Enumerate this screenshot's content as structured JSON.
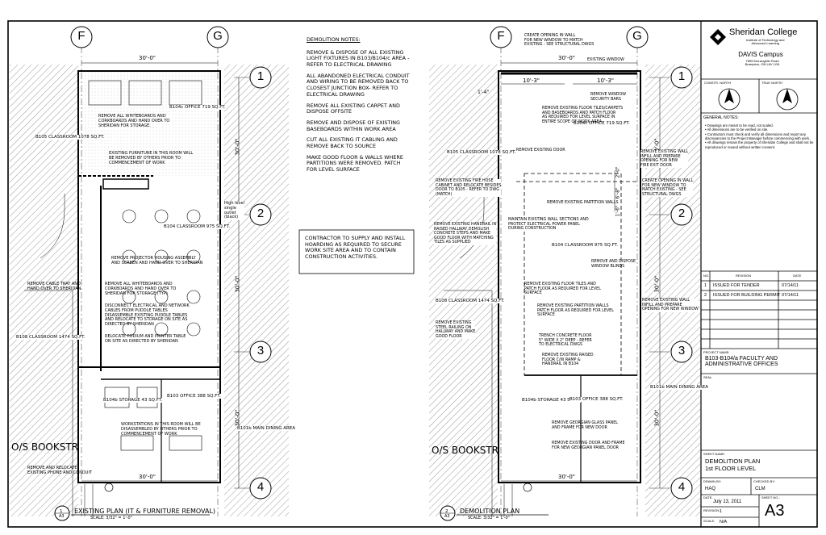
{
  "grid": {
    "f": "F",
    "g": "G",
    "r1": "1",
    "r2": "2",
    "r3": "3",
    "r4": "4"
  },
  "dims": {
    "width": "30'-0\"",
    "side": "30'-0\"",
    "w10": "10'-3\"",
    "v1": "2'-0\"",
    "v2": "6'-8\"",
    "v3": "1'-6\"",
    "side_left": "1'-4\""
  },
  "left_plan": {
    "title": "EXISTING PLAN (IT & FURNITURE REMOVAL)",
    "scale": "SCALE: 3/32\" = 1'-0\"",
    "ref": "1",
    "sheet": "A3",
    "rooms": {
      "b105": "B105\nCLASSROOM\n1078 SQ.FT.",
      "b104c": "B104c\nOFFICE\n719 SQ.FT.",
      "b104": "B104\nCLASSROOM\n975 SQ.FT.",
      "b108": "B108\nCLASSROOM\n1474 SQ.FT.",
      "b104b": "B104b\nSTORAGE\n43 SQ.FT.",
      "b103": "B103\nOFFICE\n388 SQ.FT.",
      "b101b": "B101b\nMAIN\nDINING AREA",
      "bookstore": "O/S BOOKSTR"
    },
    "notes": {
      "n1": "REMOVE ALL WHITEBOARDS AND\nCORKBOARDS AND HAND OVER TO\nSHERIDAN FOR STORAGE.",
      "n2": "EXISTING FURNITURE IN THIS ROOM WILL\nBE REMOVED BY OTHERS PRIOR TO\nCOMMENCEMENT OF WORK",
      "n3": "REMOVE PROJECTOR HOUSING ASSEMBLY\nAND SCREEN AND HAND OVER TO SHERIDAN",
      "n4": "REMOVE ALL WHITEBOARDS AND\nCORKBOARDS AND HAND OVER TO\nSHERIDAN FOR STORAGE (TYP)",
      "n5": "DISCONNECT ELECTRICAL AND NETWORK\nCABLES FROM PUDDLE TABLES\nDISASSEMBLE EXISTING PUDDLE TABLES\nAND RELOCATE TO STORAGE ON SITE AS\nDIRECTED BY SHERIDAN",
      "n6": "RELOCATE PODIUM AND PRINTER TABLE\nON SITE AS DIRECTED BY SHERIDAN",
      "n7": "REMOVE CABLE TRAY AND\nHAND OVER TO SHERIDAN",
      "n8": "WORKSTATIONS IN THIS ROOM WILL BE\nDISASSEMBLED BY OTHERS PRIOR TO\nCOMMENCEMENT OF WORK",
      "n9": "REMOVE AND RELOCATE\nEXISTING PHONE AND CONDUIT",
      "n10": "High level\nsingle\noutlet\n(black)"
    }
  },
  "demolition_notes": {
    "title": "DEMOLITION NOTES:",
    "items": [
      "REMOVE & DISPOSE OF ALL EXISTING LIGHT FIXTURES IN B103/B104/c AREA - REFER TO ELECTRICAL DRAWING",
      "ALL ABANDONED ELECTRICAL CONDUIT AND WIRING TO BE REMOVED BACK TO CLOSEST JUNCTION BOX- REFER TO ELECTRICAL DRAWING",
      "REMOVE ALL EXISTING CARPET AND DISPOSE OFFSITE",
      "REMOVE AND DISPOSE OF EXISTING BASEBOARDS WITHIN WORK AREA",
      "CUT ALL EXISTING IT CABLING AND REMOVE BACK TO SOURCE",
      "MAKE GOOD FLOOR & WALLS WHERE PARTITIONS WERE REMOVED. PATCH FOR LEVEL SURFACE"
    ],
    "contractor_box": "CONTRACTOR TO SUPPLY AND INSTALL HOARDING AS REQUIRED TO SECURE WORK SITE AREA AND TO CONTAIN CONSTRUCTION ACTIVITIES."
  },
  "right_plan": {
    "title": "DEMOLITION PLAN",
    "scale": "SCALE: 3/32\" = 1'-0\"",
    "ref": "2",
    "sheet": "A3",
    "rooms": {
      "b105": "B105\nCLASSROOM\n1078 SQ.FT.",
      "b104c": "B104c\nOFFICE\n719 SQ.FT.",
      "b104": "B104\nCLASSROOM\n975 SQ.FT.",
      "b108": "B108\nCLASSROOM\n1474 SQ.FT.",
      "b104b": "B104b\nSTORAGE\n43 SQ.FT.",
      "b103": "B103\nOFFICE\n388 SQ.FT.",
      "b101b": "B101b\nMAIN\nDINING AREA",
      "bookstore": "O/S BOOKSTR"
    },
    "notes": {
      "r1": "CREATE OPENING IN WALL\nFOR NEW WINDOW TO MATCH\nEXISTING - SEE STRUCTURAL DWGS",
      "r2": "EXISTING WINDOW",
      "r3": "REMOVE WINDOW\nSECURITY BARS",
      "r4": "REMOVE EXISTING FLOOR TILES/CARPETS\nAND BASEBOARDS AND PATCH FLOOR\nAS REQUIRED FOR LEVEL SURFACE IN\nENTIRE SCOPE OF WORK AREA",
      "r5": "REMOVE EXISTING DOOR",
      "r6": "REMOVE EXISTING WALL\nINFILL AND PREPARE\nOPENING FOR NEW\nFIRE EXIT DOOR",
      "r7": "CREATE OPENING IN WALL\nFOR NEW WINDOW TO\nMATCH EXISTING - SEE\nSTRUCTURAL DWGS",
      "r8": "REMOVE EXISTING FIRE HOSE\nCABINET AND RELOCATE BESIDES\nDOOR TO B105 - REFER TO DWG\n(MATCH)",
      "r9": "REMOVE EXISTING PARTITION WALLS",
      "r10": "REMOVE EXISTING HANDRAIL IN\nRAISED HALLWAY,DEMOLISH\nCONCRETE STEPS AND MAKE\nGOOD FLOOR WITH MATCHING\nTILES AS SUPPLIED",
      "r11": "MAINTAIN EXISTING WALL SECTIONS AND\nPROTECT ELECTRICAL POWER PANEL\nDURING CONSTRUCTION",
      "r12": "REMOVE AND DISPOSE\nWINDOW BLINDS",
      "r13": "REMOVE EXISTING FLOOR TILES AND\nPATCH FLOOR AS REQUIRED FOR LEVEL\nSURFACE",
      "r14": "REMOVE EXISTING WALL\nINFILL AND PREPARE\nOPENING FOR NEW WINDOW",
      "r15": "REMOVE EXISTING PARTITION WALLS\nPATCH FLOOR AS REQUIRED FOR LEVEL\nSURFACE",
      "r16": "REMOVE EXISTING\nSTEEL RAILING ON\nHALLWAY AND MAKE\nGOOD FLOOR",
      "r17": "TRENCH CONCRETE FLOOR\n5\" WIDE X 2\" DEEP - REFER\nTO ELECTRICAL DWGS",
      "r18": "REMOVE EXISTING RAISED\nFLOOR C/W RAMP &\nHANDRAIL IN B104",
      "r19": "REMOVE GEORGIAN GLASS PANEL\nAND FRAME FOR NEW DOOR",
      "r20": "REMOVE EXISTING DOOR AND FRAME\nFOR NEW GEORGIAN PANEL DOOR"
    }
  },
  "title_block": {
    "college": "Sheridan College",
    "college_sub": "Institute of Technology and\nAdvanced Learning",
    "campus": "DAVIS Campus",
    "address": "7899 McLaughlin Road\nBrampton, ON L6V 1G6",
    "const_north": "CONSTR. NORTH",
    "true_north": "TRUE NORTH",
    "general_notes_title": "GENERAL NOTES:",
    "general_notes": [
      "Drawings are meant to be read, not scaled.",
      "All dimensions are to be verified on site.",
      "Contractors must check and verify all dimensions and report any discrepancies to the Project Manager before commencing with work.",
      "All drawings remain the property of Sheridan College and shall not be reproduced or reused without written consent."
    ],
    "rev_headers": {
      "no": "NO.",
      "revision": "REVISION",
      "date": "DATE"
    },
    "revisions": [
      {
        "no": "1",
        "desc": "ISSUED FOR TENDER",
        "date": "07/14/11"
      },
      {
        "no": "2",
        "desc": "ISSUED FOR BUILDING PERMIT",
        "date": "07/14/11"
      }
    ],
    "project_label": "PROJECT NAME:",
    "project": "B103-B104/a FACULTY AND\nADMINISTRATIVE OFFICES",
    "seal_label": "SEAL:",
    "sheet_label": "SHEET NAME:",
    "sheet_name": "DEMOLITION PLAN\n1st FLOOR LEVEL",
    "drawn_label": "DRAWN BY:",
    "drawn": "HAQ",
    "checked_label": "CHECKED BY:",
    "checked": "CLM",
    "date_label": "DATE:",
    "date": "July 13, 2011",
    "sheet_no_label": "SHEET NO.:",
    "sheet_no": "A3",
    "revision_label": "REVISION:",
    "revision": "1",
    "scale_label": "SCALE:",
    "scale": "N/A"
  }
}
